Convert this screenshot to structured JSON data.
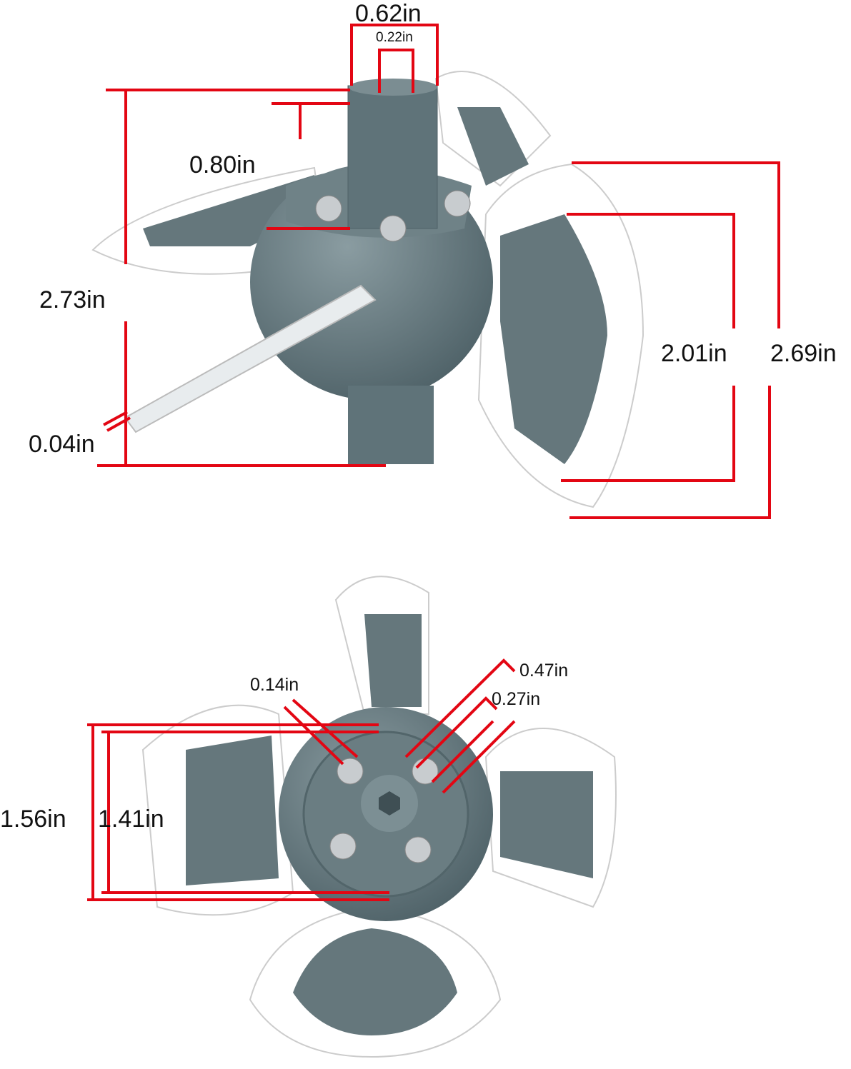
{
  "colors": {
    "dimension_line": "#e30613",
    "hub": "#5f7379",
    "paddle": "#ffffff",
    "brush": "#6b7d82"
  },
  "top_view": {
    "labels": {
      "hex_outer": "0.62in",
      "hex_inner": "0.22in",
      "shaft_height": "0.80in",
      "total_height": "2.73in",
      "blade_thickness": "0.04in",
      "brush_inner_height": "2.01in",
      "paddle_height": "2.69in"
    }
  },
  "bottom_view": {
    "labels": {
      "bolt_diameter": "0.14in",
      "bolt_spacing_outer": "0.47in",
      "bolt_spacing_inner": "0.27in",
      "hub_outer": "1.56in",
      "hub_inner": "1.41in"
    }
  }
}
